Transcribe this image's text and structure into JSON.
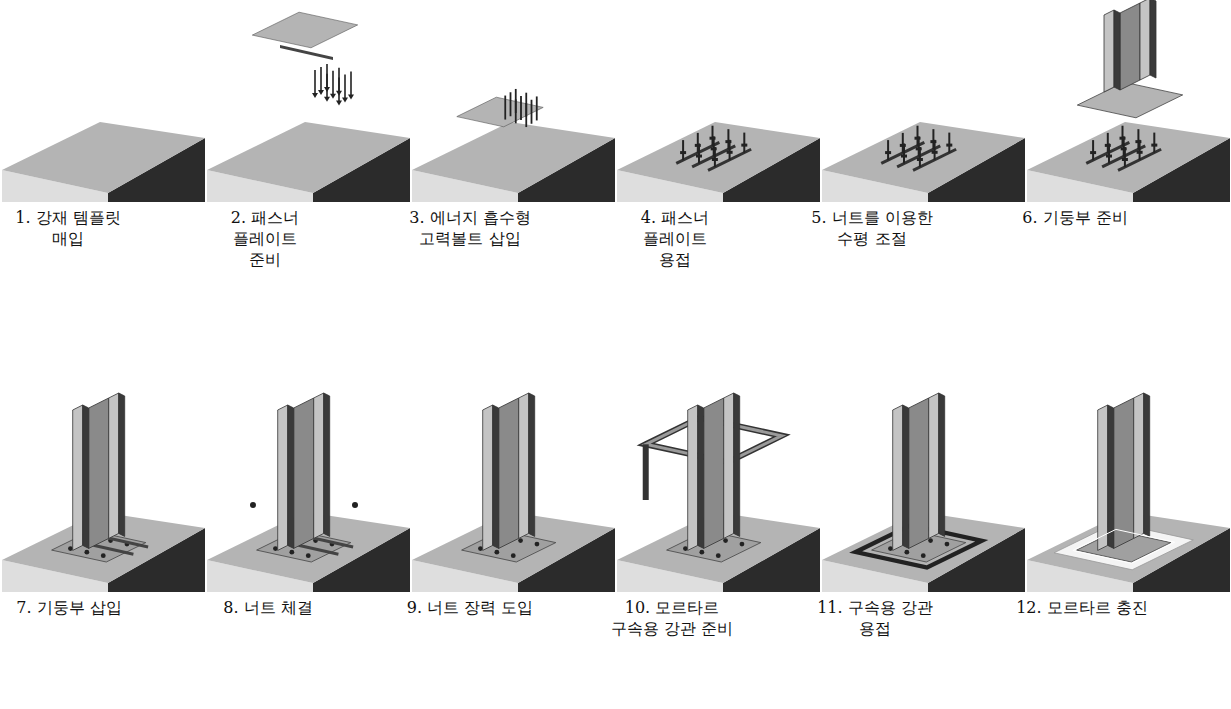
{
  "diagram": {
    "labels": [
      "1. 강재 템플릿 매입",
      "2. 패스너 플레이트 준비",
      "3. 에너지 흡수형 고력볼트 삽입",
      "4. 패스너 플레이트 용접",
      "5. 너트를 이용한 수평 조절",
      "6. 기둥부 준비",
      "7. 기둥부 삽입",
      "8. 너트 체결",
      "9. 너트 장력 도입",
      "10. 모르타르 구속용 강관 준비",
      "11. 구속용 강관 용접",
      "12. 모르타르 충진"
    ]
  }
}
